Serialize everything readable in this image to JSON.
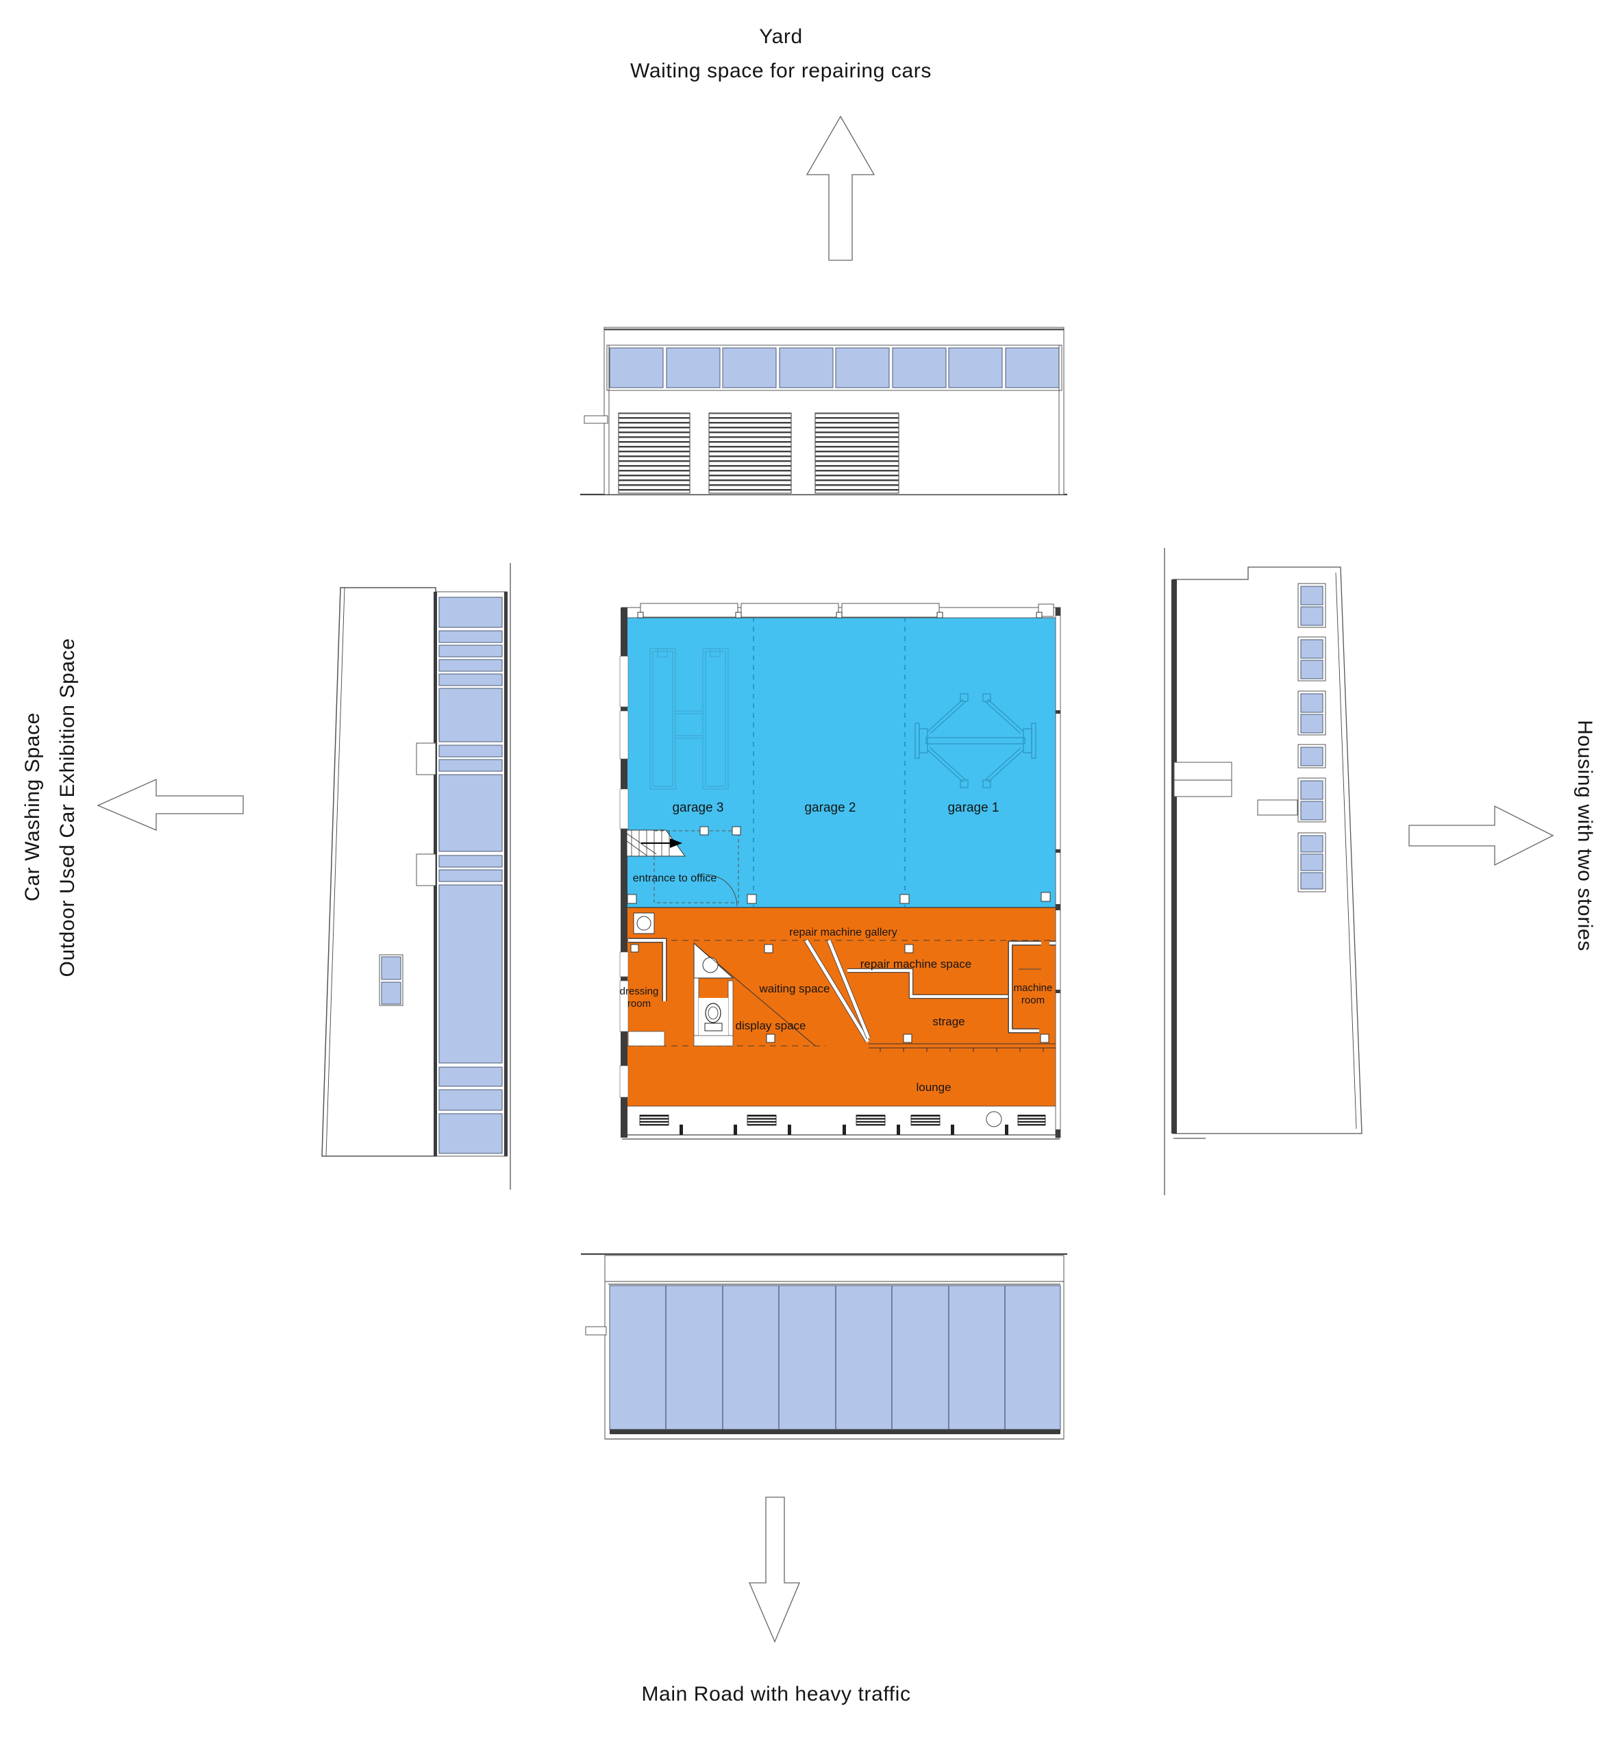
{
  "context": {
    "north_line1": "Yard",
    "north_line2": "Waiting space for repairing cars",
    "south": "Main Road with heavy traffic",
    "west_line1": "Car Washing Space",
    "west_line2": "Outdoor Used Car Exhibition Space",
    "east": "Housing with two stories"
  },
  "plan": {
    "garage3": "garage 3",
    "garage2": "garage 2",
    "garage1": "garage 1",
    "entrance": "entrance to office",
    "gallery": "repair machine gallery",
    "repair_space": "repair machine space",
    "waiting": "waiting space",
    "display": "display space",
    "dressing_l1": "dressing",
    "dressing_l2": "room",
    "machine_l1": "machine",
    "machine_l2": "room",
    "strage": "strage",
    "lounge": "lounge"
  },
  "colors": {
    "garage_zone": "#44c1f0",
    "office_zone": "#ee7110",
    "glass": "#b3c6e9",
    "lift_line": "#2f96c4"
  }
}
